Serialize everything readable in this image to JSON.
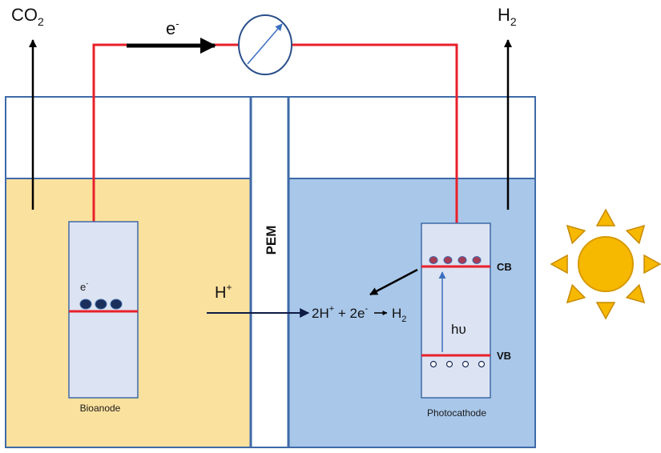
{
  "labels": {
    "co2": "CO",
    "co2_sub": "2",
    "h2": "H",
    "h2_sub": "2",
    "electron": "e",
    "electron_sup": "-",
    "pem": "PEM",
    "proton": "H",
    "proton_sup": "+",
    "reaction_left": "2H",
    "reaction_sup1": "+",
    "reaction_mid": " + 2e",
    "reaction_sup2": "-",
    "reaction_right": "H",
    "reaction_sub": "2",
    "bioanode_electron": "e",
    "bioanode_electron_sup": "-",
    "cb": "CB",
    "vb": "VB",
    "photon": "hυ",
    "bioanode": "Bioanode",
    "photocathode": "Photocathode"
  },
  "colors": {
    "anode_chamber": "#fbe19e",
    "cathode_chamber": "#a8c7e9",
    "electrode": "#dce3f2",
    "tank_border": "#3e6aa8",
    "wire": "#e8202a",
    "arrow": "#0d1b45",
    "sun": "#f7b800",
    "electron_dot": "#1a2f5a",
    "cb_dot": "#a63b56"
  }
}
